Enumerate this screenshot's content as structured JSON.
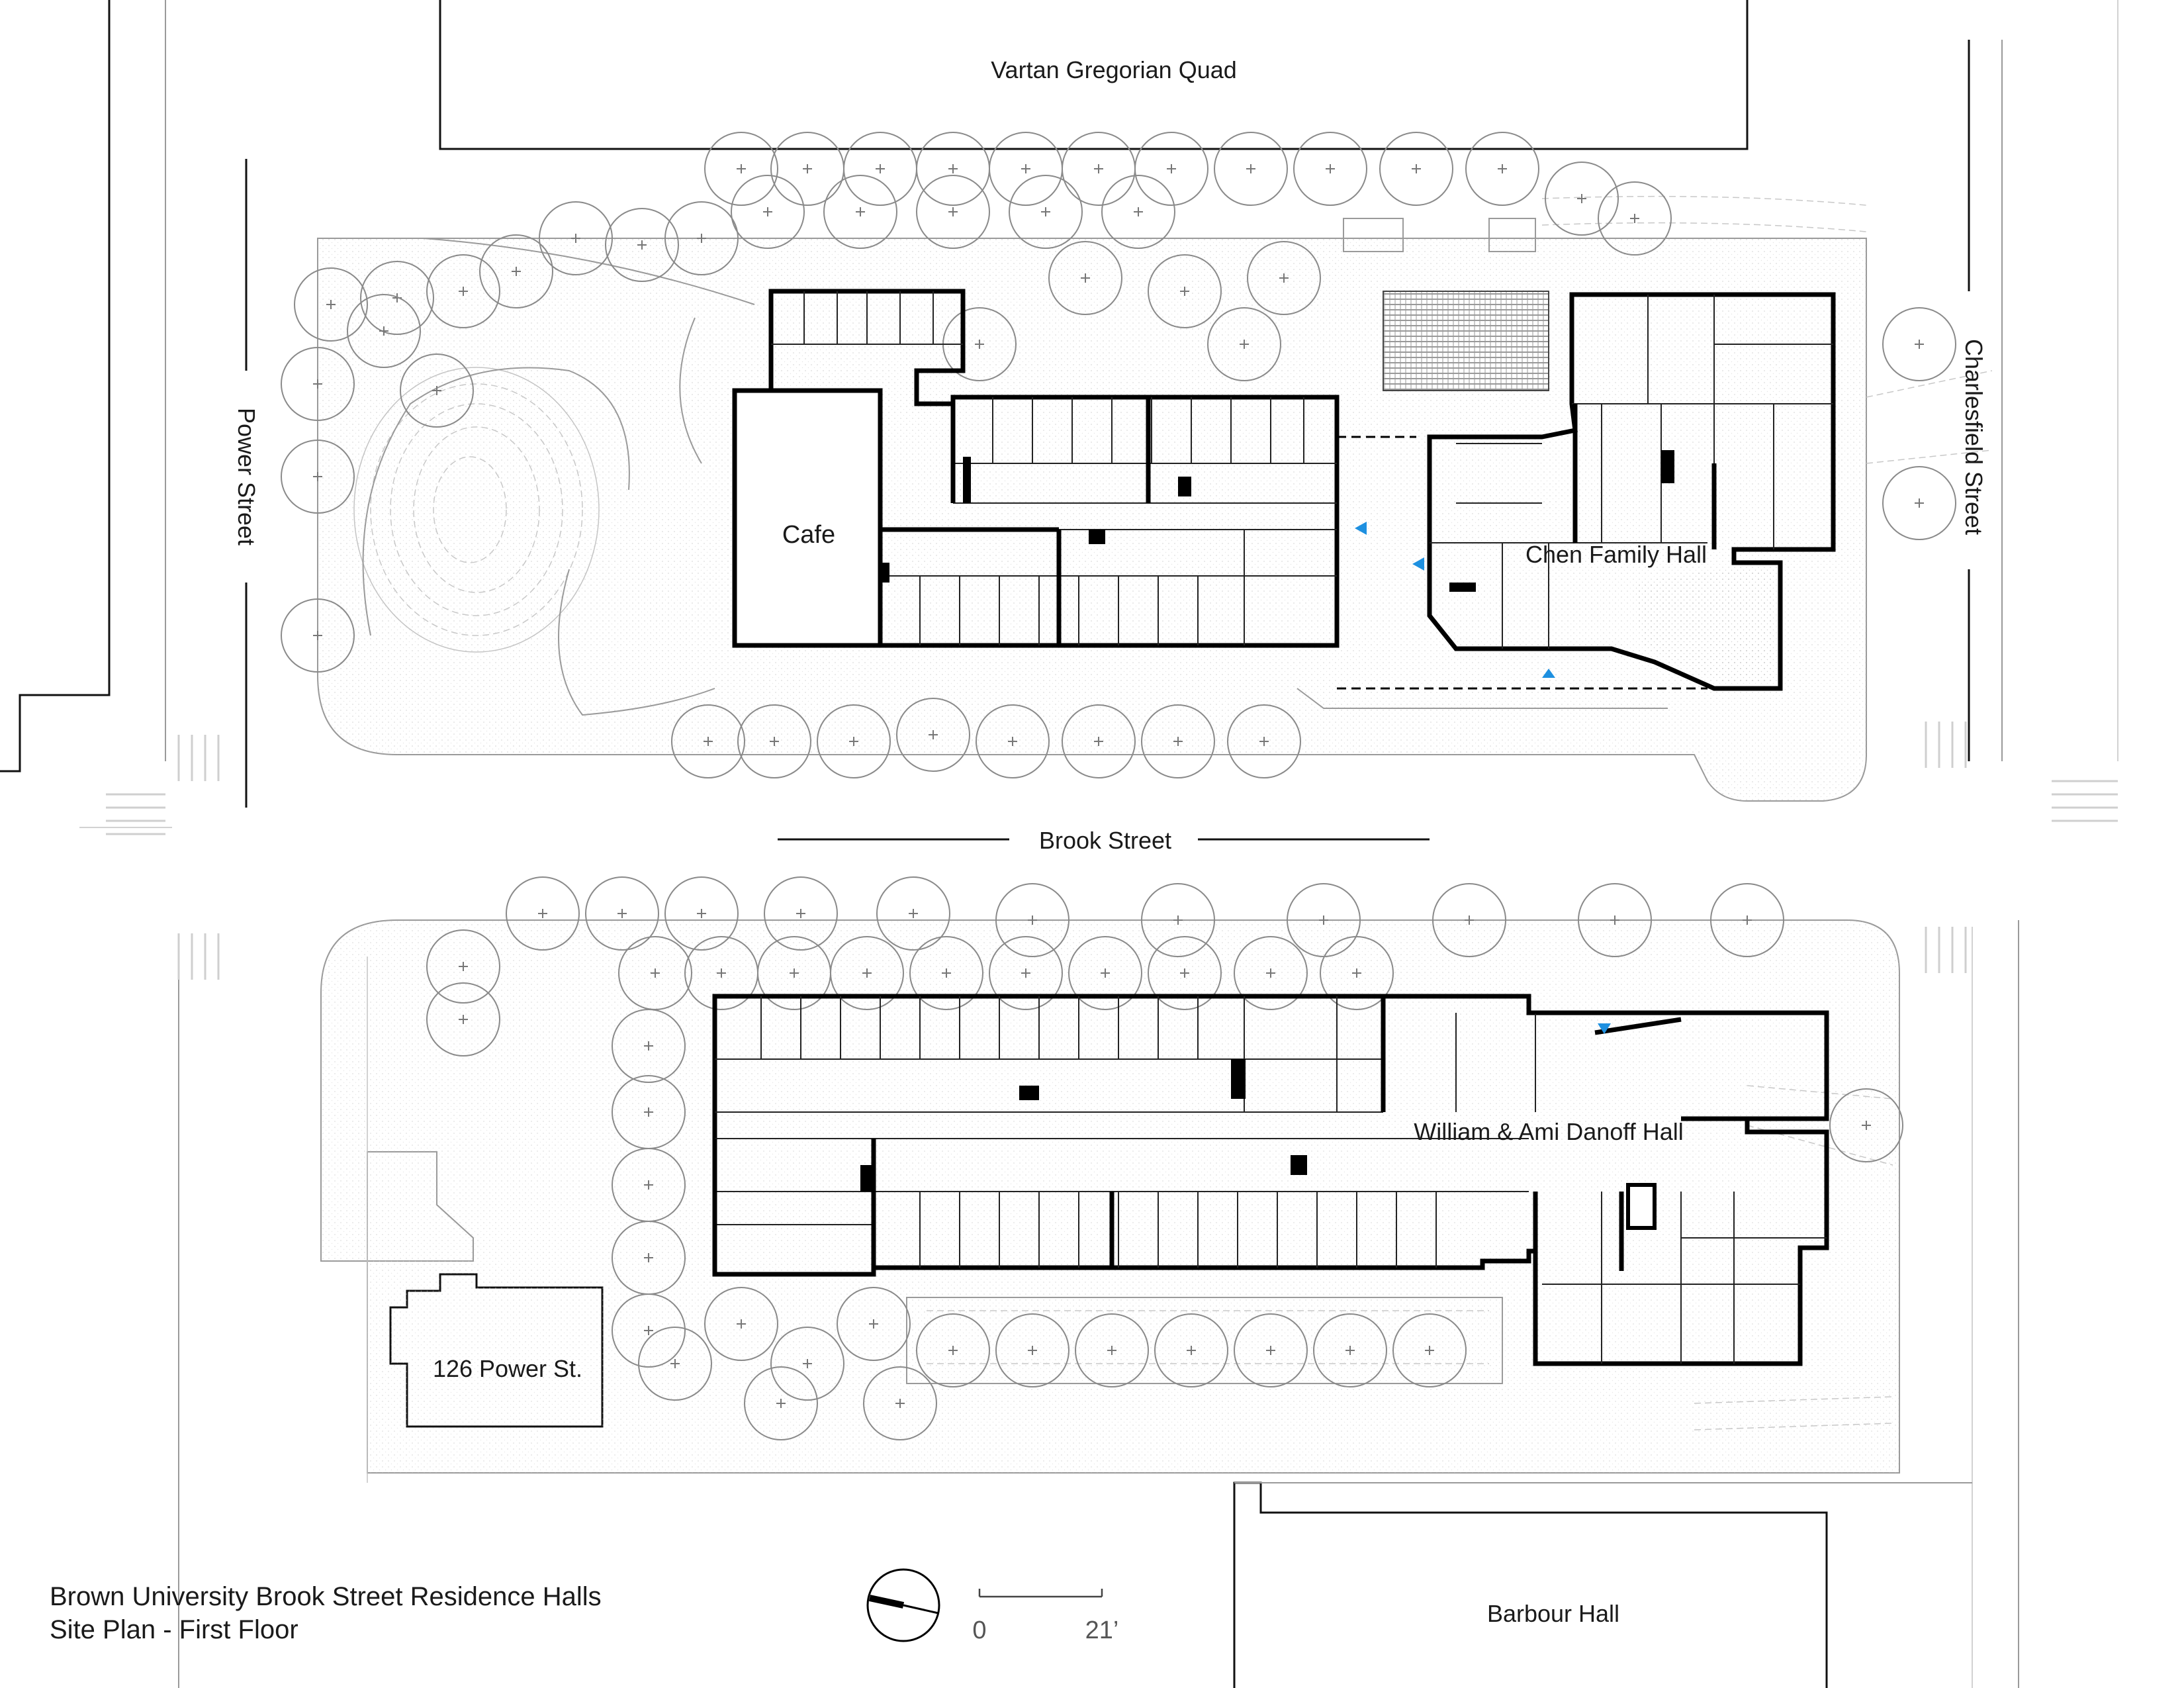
{
  "streets": {
    "quad": "Vartan Gregorian Quad",
    "power": "Power Street",
    "charlesfield": "Charlesfield Street",
    "brook": "Brook Street"
  },
  "buildings": {
    "cafe": "Cafe",
    "chen": "Chen Family Hall",
    "danoff": "William & Ami Danoff Hall",
    "power126": "126 Power St.",
    "barbour": "Barbour Hall"
  },
  "caption": {
    "title": "Brown University Brook Street Residence Halls",
    "subtitle": "Site Plan - First Floor"
  },
  "scale_bar": {
    "start": "0",
    "end": "21’"
  },
  "icons": {
    "north_arrow": "north-arrow-icon",
    "entrance_marker": "entrance-triangle-icon"
  },
  "colors": {
    "walls": "#000000",
    "site_lines": "#9a9a9a",
    "entrance_marker": "#1e90e0"
  }
}
